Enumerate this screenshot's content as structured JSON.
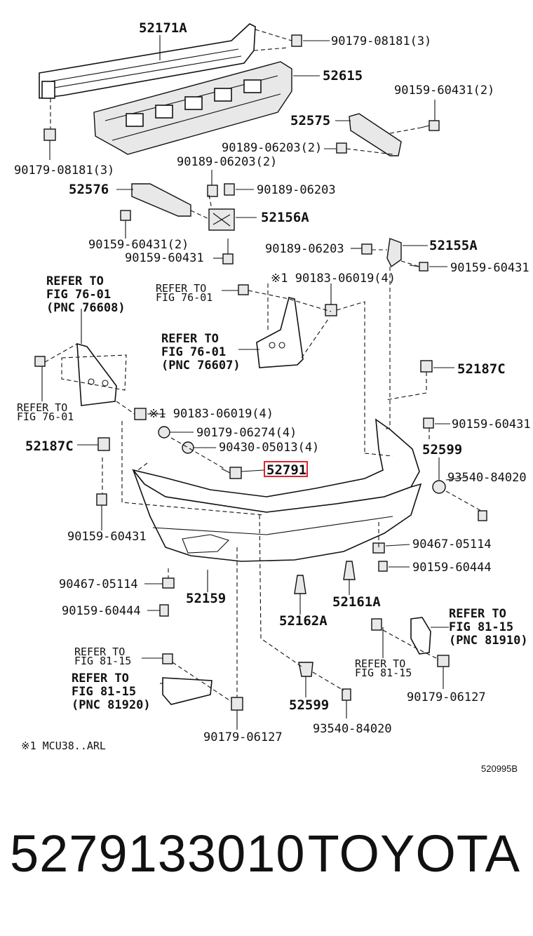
{
  "labels": {
    "l_52171A": "52171A",
    "l_90179_08181_3_top": "90179-08181(3)",
    "l_52615": "52615",
    "l_90159_60431_2_r": "90159-60431(2)",
    "l_90179_08181_3_left": "90179-08181(3)",
    "l_52575": "52575",
    "l_90189_06203_2_a": "90189-06203(2)",
    "l_90189_06203_2_b": "90189-06203(2)",
    "l_52576": "52576",
    "l_90189_06203_single": "90189-06203",
    "l_52156A": "52156A",
    "l_90159_60431_2_l": "90159-60431(2)",
    "l_90159_60431_mid": "90159-60431",
    "l_90189_06203_right": "90189-06203",
    "l_52155A": "52155A",
    "l_90159_60431_right_edge": "90159-60431",
    "l_refer_to_a": "REFER TO",
    "l_fig_76_01_a": "FIG 76-01",
    "l_pnc_76608": "(PNC 76608)",
    "l_refer_to_b_small": "REFER TO",
    "l_fig_76_01_b_small": "FIG 76-01",
    "l_mark_90183_06019_4_top": "※1 90183-06019(4)",
    "l_refer_to_c": "REFER TO",
    "l_fig_76_01_c": "FIG 76-01",
    "l_pnc_76607": "(PNC 76607)",
    "l_52187C_right": "52187C",
    "l_refer_to_d_small": "REFER TO",
    "l_fig_76_01_d_small": "FIG 76-01",
    "l_mark_90183_06019_4_mid": "※1 90183-06019(4)",
    "l_90159_60431_r2": "90159-60431",
    "l_90179_06274_4": "90179-06274(4)",
    "l_52187C_left": "52187C",
    "l_90430_05013_4": "90430-05013(4)",
    "l_52599_top": "52599",
    "l_52791": "52791",
    "l_93540_84020_top": "93540-84020",
    "l_90159_60431_bl": "90159-60431",
    "l_90467_05114_r": "90467-05114",
    "l_90159_60444_r": "90159-60444",
    "l_90467_05114_l": "90467-05114",
    "l_52159": "52159",
    "l_52161A": "52161A",
    "l_90159_60444_l": "90159-60444",
    "l_52162A": "52162A",
    "l_refer_to_e": "REFER TO",
    "l_fig_81_15_e": "FIG 81-15",
    "l_pnc_81910": "(PNC 81910)",
    "l_refer_to_f_small": "REFER TO",
    "l_fig_81_15_f_small": "FIG 81-15",
    "l_refer_to_g_small": "REFER TO",
    "l_fig_81_15_g_small": "FIG 81-15",
    "l_refer_to_h": "REFER TO",
    "l_fig_81_15_h": "FIG 81-15",
    "l_pnc_81920": "(PNC 81920)",
    "l_90179_06127_r": "90179-06127",
    "l_52599_bottom": "52599",
    "l_93540_84020_bottom": "93540-84020",
    "l_90179_06127_bottom": "90179-06127",
    "l_footnote": "※1  MCU38..ARL",
    "l_fig_code": "520995B"
  },
  "footer": {
    "part_number": "5279133010",
    "brand": "TOYOTA"
  },
  "colors": {
    "highlight": "#e0252f",
    "ink": "#111111",
    "background": "#ffffff"
  }
}
